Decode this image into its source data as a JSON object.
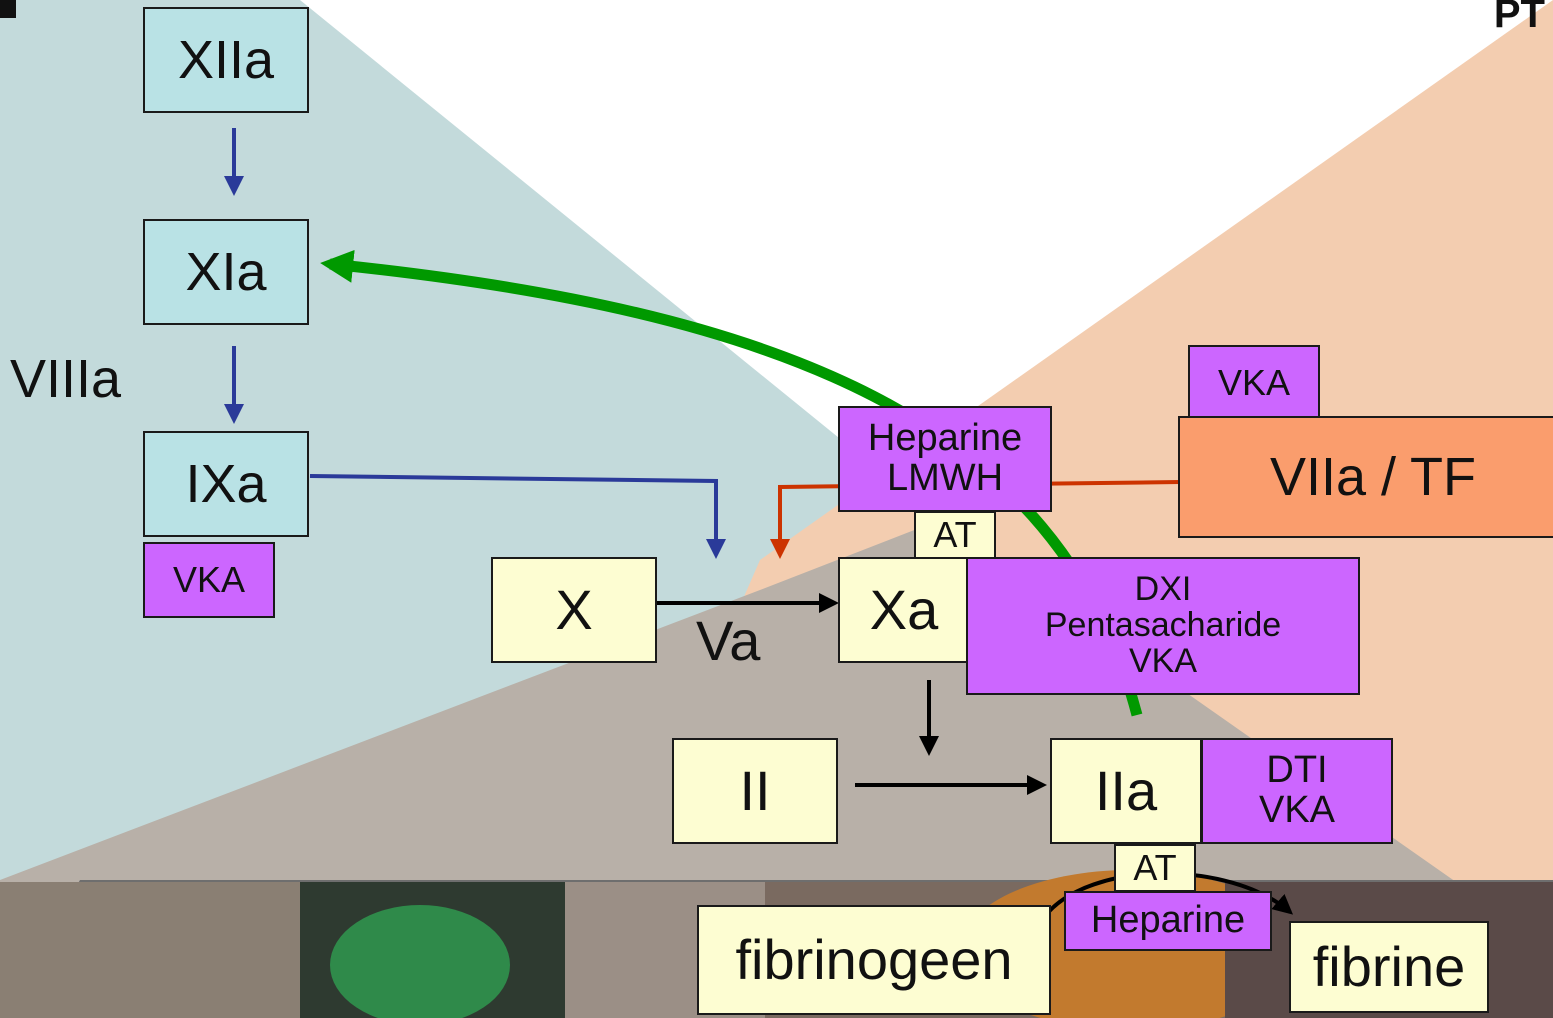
{
  "corner": {
    "left_mark": "",
    "right_mark": "PT"
  },
  "intrinsic": {
    "xiia": "XIIa",
    "xia": "XIa",
    "viiia": "VIIIa",
    "ixa": "IXa",
    "vka_ix": "VKA"
  },
  "extrinsic": {
    "vka_top": "VKA",
    "viia_tf": "VIIa / TF"
  },
  "common": {
    "x": "X",
    "va": "Va",
    "xa": "Xa",
    "ii": "II",
    "iia": "IIa",
    "fibrinogeen": "fibrinogeen",
    "fibrine": "fibrine"
  },
  "inhibitors": {
    "heparine_lmwh": [
      "Heparine",
      "LMWH"
    ],
    "at_upper": "AT",
    "dxi_block": [
      "DXI",
      "Pentasacharide",
      "VKA"
    ],
    "dti_block": [
      "DTI",
      "VKA"
    ],
    "at_lower": "AT",
    "heparine_lower": "Heparine"
  },
  "colors": {
    "intrinsic_arrow": "#2a3a99",
    "extrinsic_arrow": "#cc3300",
    "feedback_arrow": "#009900",
    "common_arrow": "#000000"
  }
}
